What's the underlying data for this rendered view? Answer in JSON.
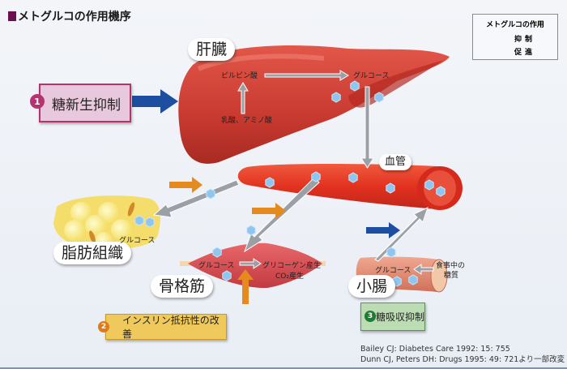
{
  "title": "メトグルコの作用機序",
  "legend": {
    "heading": "メトグルコの作用",
    "items": [
      {
        "label": "抑制",
        "color": "#1d4ea0",
        "icon": "blue-arrow-icon"
      },
      {
        "label": "促進",
        "color": "#e58a1f",
        "icon": "orange-arrow-icon"
      }
    ]
  },
  "organs": {
    "liver": "肝臓",
    "blood_vessel": "血管",
    "adipose": "脂肪組織",
    "muscle": "骨格筋",
    "intestine": "小腸"
  },
  "liver_labels": {
    "pyruvate": "ピルビン酸",
    "lactate_amino": "乳酸、アミノ酸",
    "glucose": "グルコース"
  },
  "adipose_labels": {
    "glucose": "グルコース"
  },
  "muscle_labels": {
    "glucose": "グルコース",
    "glycogen": "グリコーゲン産生",
    "co2": "CO₂産生"
  },
  "intestine_labels": {
    "glucose": "グルコース",
    "dietary_sugar_line1": "食事中の",
    "dietary_sugar_line2": "糖質"
  },
  "actions": [
    {
      "number": "1",
      "label": "糖新生抑制",
      "color": "#b5336f"
    },
    {
      "number": "2",
      "label": "インスリン抵抗性の改善",
      "color": "#e07a1c"
    },
    {
      "number": "3",
      "label": "糖吸収抑制",
      "color": "#1f7a34"
    }
  ],
  "references": [
    "Bailey CJ: Diabetes Care 1992: 15: 755",
    "Dunn CJ, Peters DH: Drugs 1995: 49: 721より一部改変"
  ],
  "colors": {
    "inhibit": "#1d4ea0",
    "promote": "#e58a1f",
    "flow_arrow": "#9aa0a6",
    "glucose_molecule": "#8fc6ef"
  }
}
